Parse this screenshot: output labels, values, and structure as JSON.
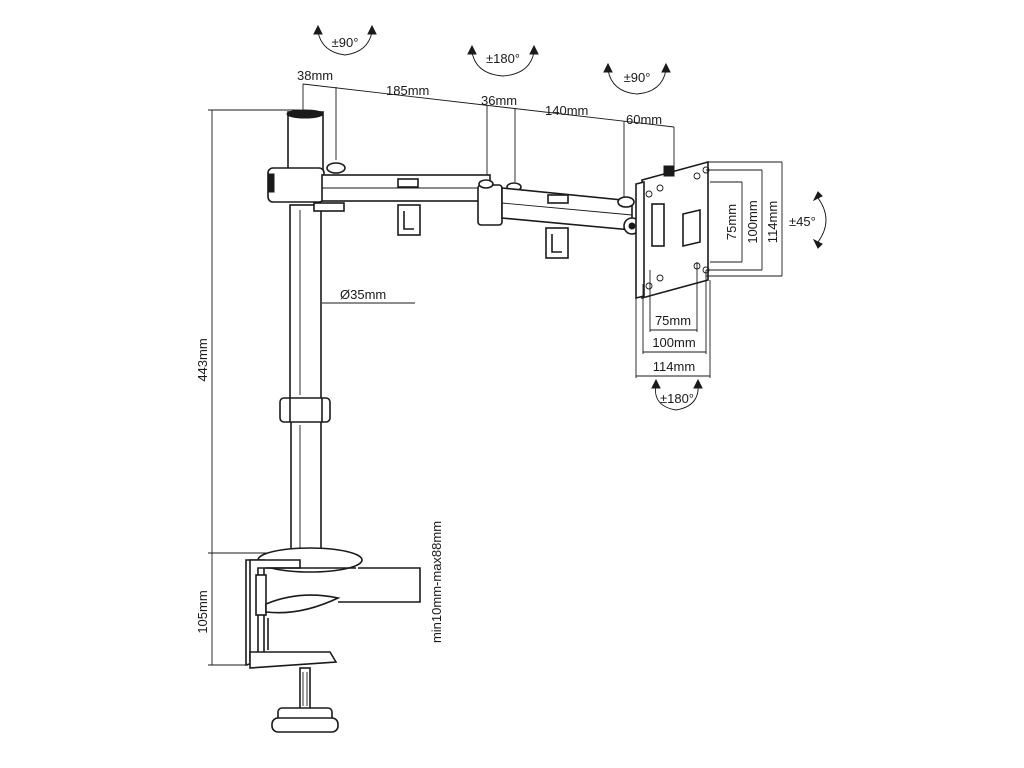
{
  "figure": {
    "dimensions": {
      "d38": "38mm",
      "d185": "185mm",
      "d36": "36mm",
      "d140": "140mm",
      "d60": "60mm",
      "d443": "443mm",
      "d105": "105mm",
      "pole_diameter": "Ø35mm",
      "clamp_range": "min10mm-max88mm",
      "vesa_h_75": "75mm",
      "vesa_h_100": "100mm",
      "vesa_h_114": "114mm",
      "vesa_w_75": "75mm",
      "vesa_w_100": "100mm",
      "vesa_w_114": "114mm"
    },
    "rotations": {
      "top_left": "±90°",
      "top_middle": "±180°",
      "top_right": "±90°",
      "tilt": "±45°",
      "swivel": "±180°"
    }
  }
}
